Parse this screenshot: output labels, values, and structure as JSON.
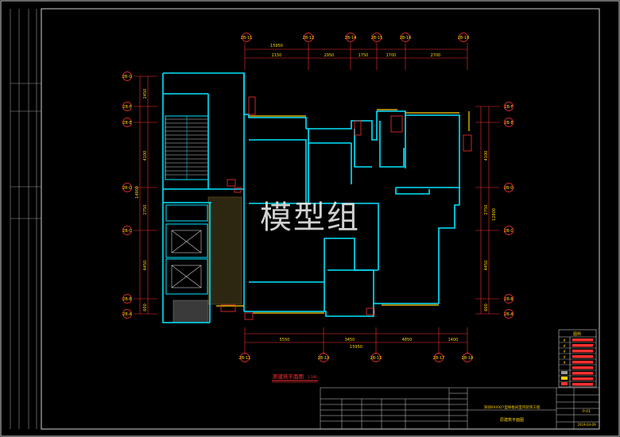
{
  "colors": {
    "background": "#000000",
    "frame": "#cfcfcf",
    "wall": "#00e5ff",
    "dim": "#ff3030",
    "grid_bubble": "#ff3030",
    "accent": "#ffd400",
    "room_text": "#ffffff",
    "hatch": "#7a6a2a"
  },
  "grid": {
    "top": [
      "2B-11",
      "2B-12",
      "2B-14",
      "2B-15",
      "2B-16"
    ],
    "top_right": "2B-18",
    "bottom": [
      "2B-11",
      "2B-13",
      "2B-15",
      "2B-17",
      "2B-18"
    ],
    "left": [
      "2B-G",
      "2B-F",
      "2B-E",
      "2B-D",
      "2B-C",
      "2B-B",
      "2B-A"
    ],
    "right": [
      "2B-F",
      "2B-E",
      "2B-D",
      "2B-C",
      "2B-B",
      "2B-A"
    ]
  },
  "dims": {
    "top_total": "15950",
    "top_segments": [
      "2150",
      "2950",
      "1750",
      "1700",
      "2700"
    ],
    "bottom_total": "15950",
    "bottom_segments": [
      "5550",
      "3450",
      "4850",
      "1400"
    ],
    "left_segments": [
      "2450",
      "4100",
      "2750",
      "4450",
      "600"
    ],
    "left_total": "14900",
    "right_segments": [
      "4100",
      "2750",
      "4450",
      "600"
    ],
    "right_total": "12800"
  },
  "legend": {
    "title": "图例",
    "symbols": [
      "#",
      "#",
      "#",
      "#",
      "#",
      "",
      "",
      "",
      ""
    ]
  },
  "plan_title": {
    "text": "原建筑平面图",
    "scale": "1:100"
  },
  "title_block": {
    "project": "深圳XXXX户型样板间室内装饰工程",
    "drawing": "原建筑平面图",
    "sheet_no": "P-01",
    "date": "2019-04-09"
  },
  "watermark": "模型组"
}
